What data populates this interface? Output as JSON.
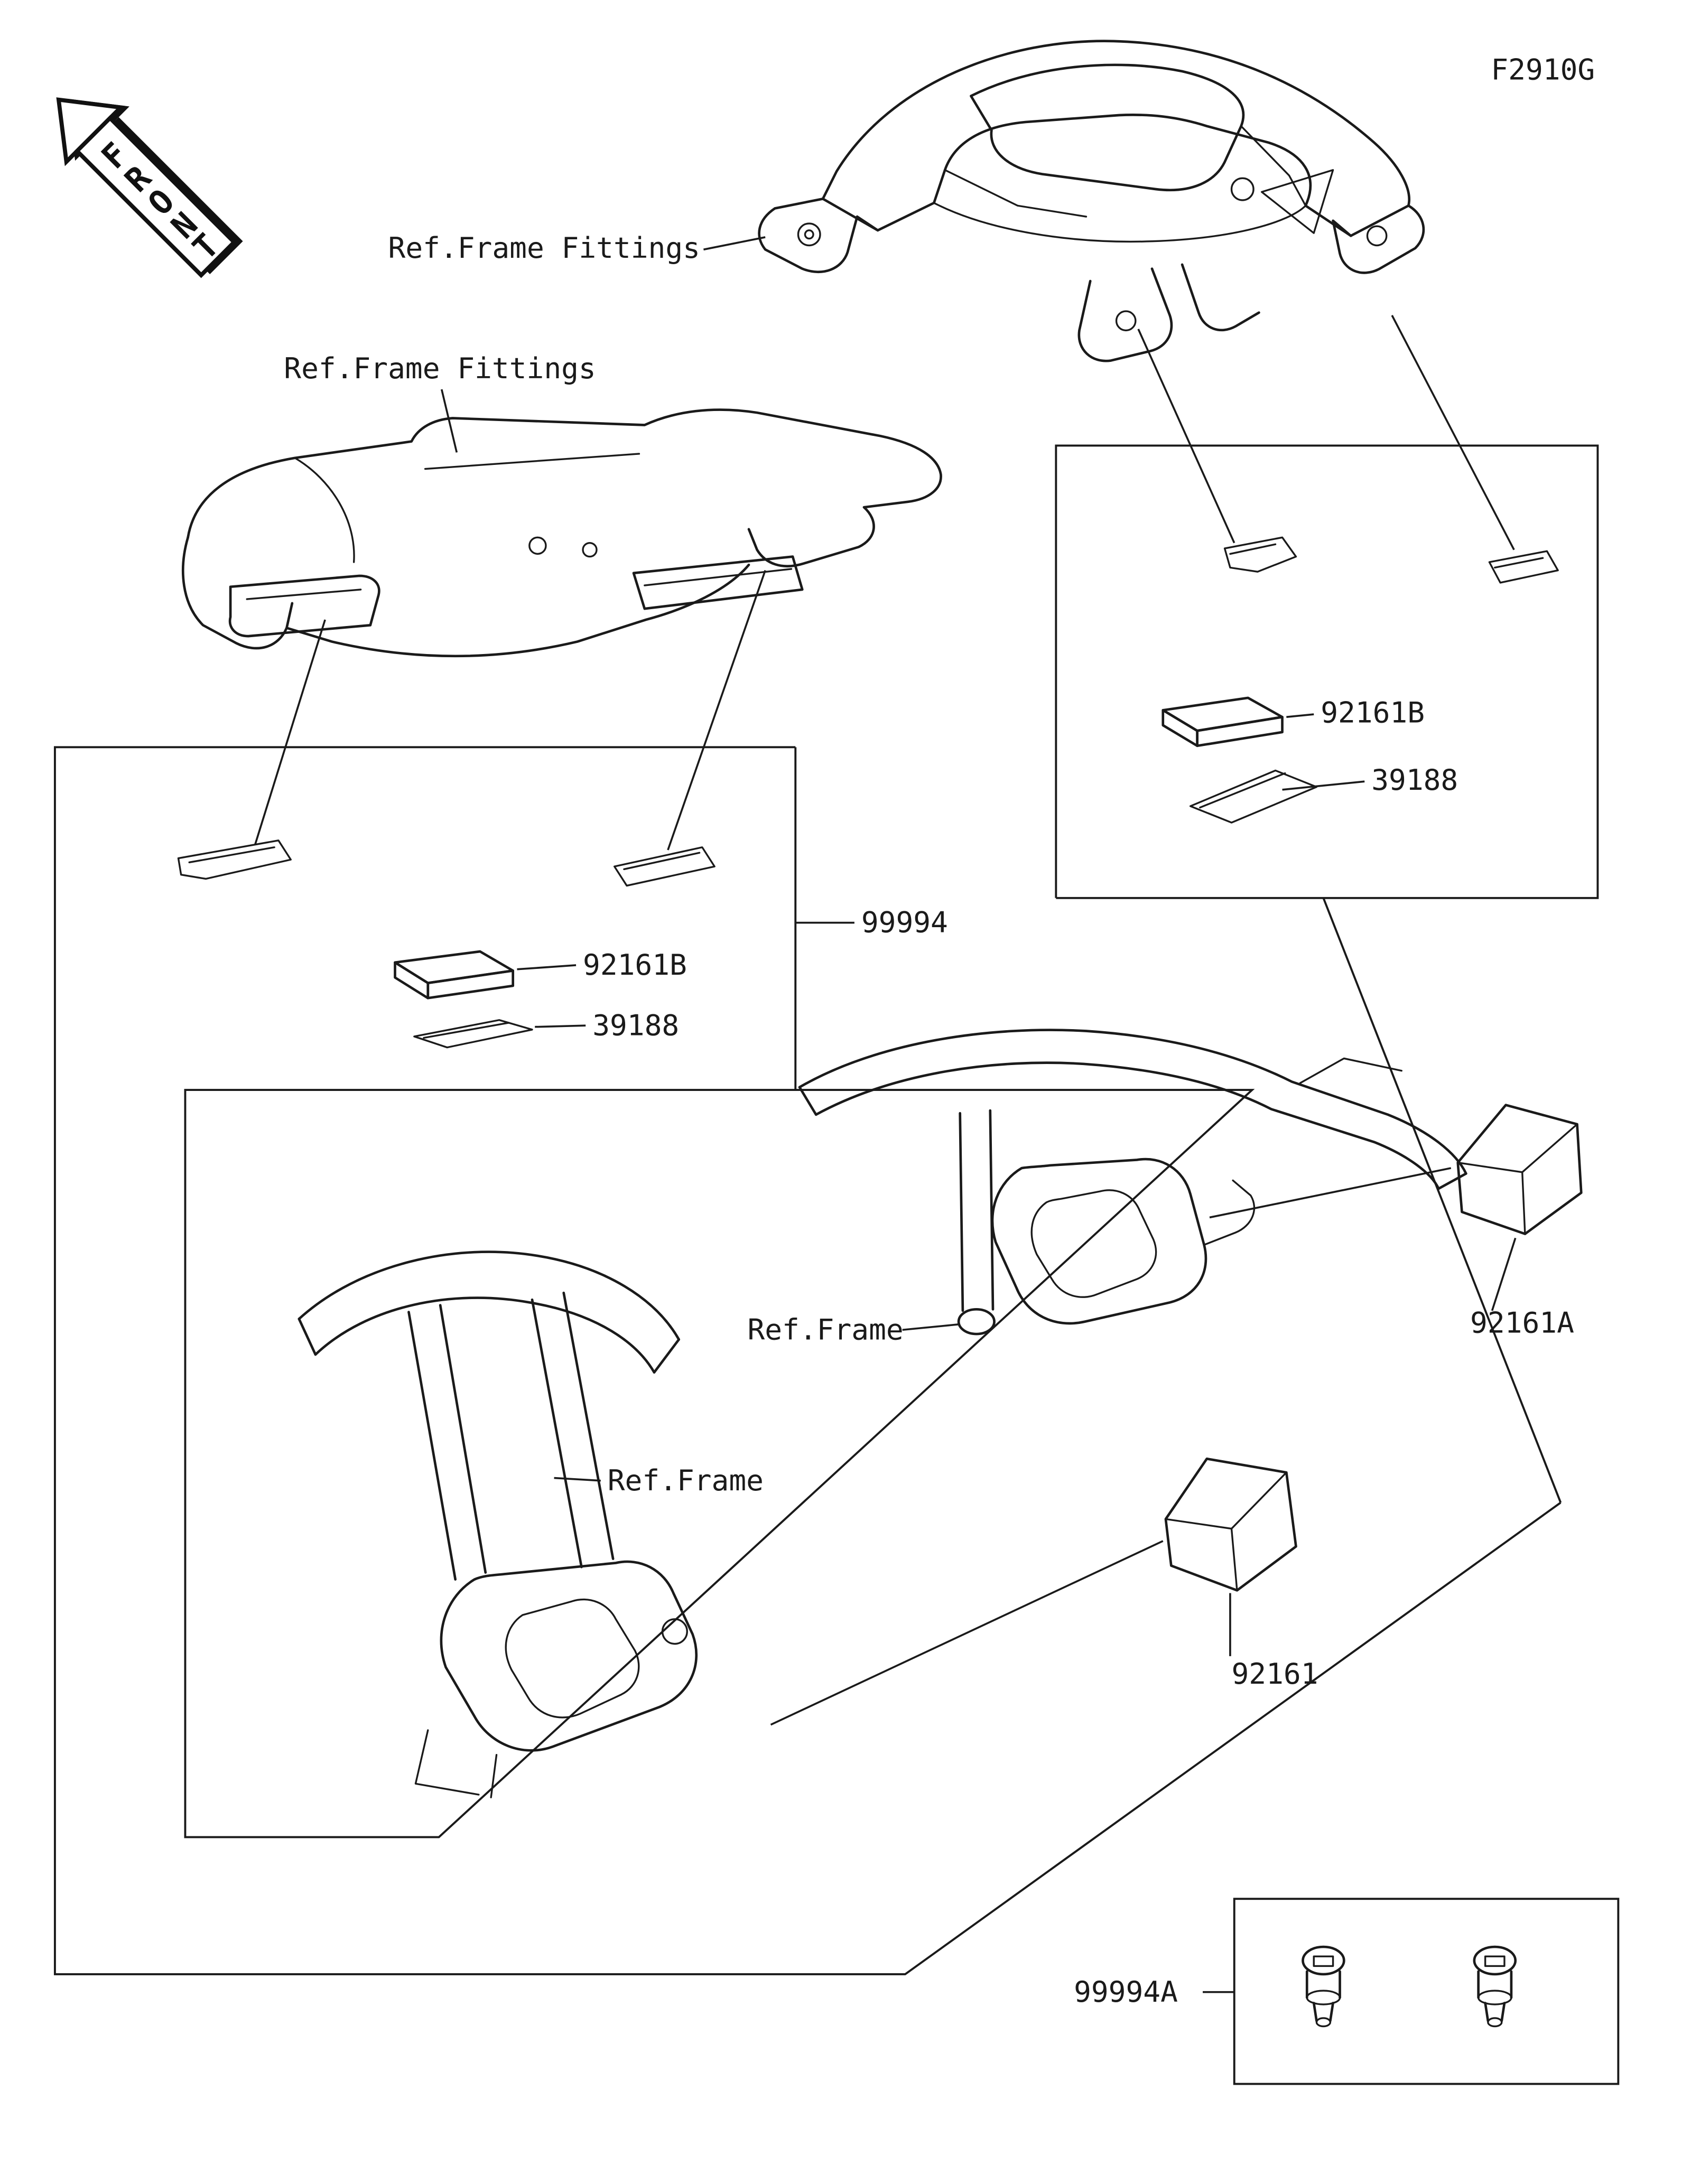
{
  "drawing": {
    "code": "F2910G",
    "front_label": "FRONT",
    "front_letters": [
      "F",
      "R",
      "O",
      "N",
      "T"
    ]
  },
  "references": {
    "frame_fittings_top": "Ref.Frame Fittings",
    "frame_fittings_left": "Ref.Frame Fittings",
    "frame_mid": "Ref.Frame",
    "frame_lower": "Ref.Frame"
  },
  "parts": {
    "kit": {
      "number": "99994"
    },
    "kit_fasteners": {
      "number": "99994A"
    },
    "pad_left": {
      "number": "92161B"
    },
    "tape_left": {
      "number": "39188"
    },
    "pad_right": {
      "number": "92161B"
    },
    "tape_right": {
      "number": "39188"
    },
    "damper_upper": {
      "number": "92161A"
    },
    "damper_lower": {
      "number": "92161"
    }
  },
  "colors": {
    "line": "#1a1a1a",
    "background": "#ffffff"
  }
}
